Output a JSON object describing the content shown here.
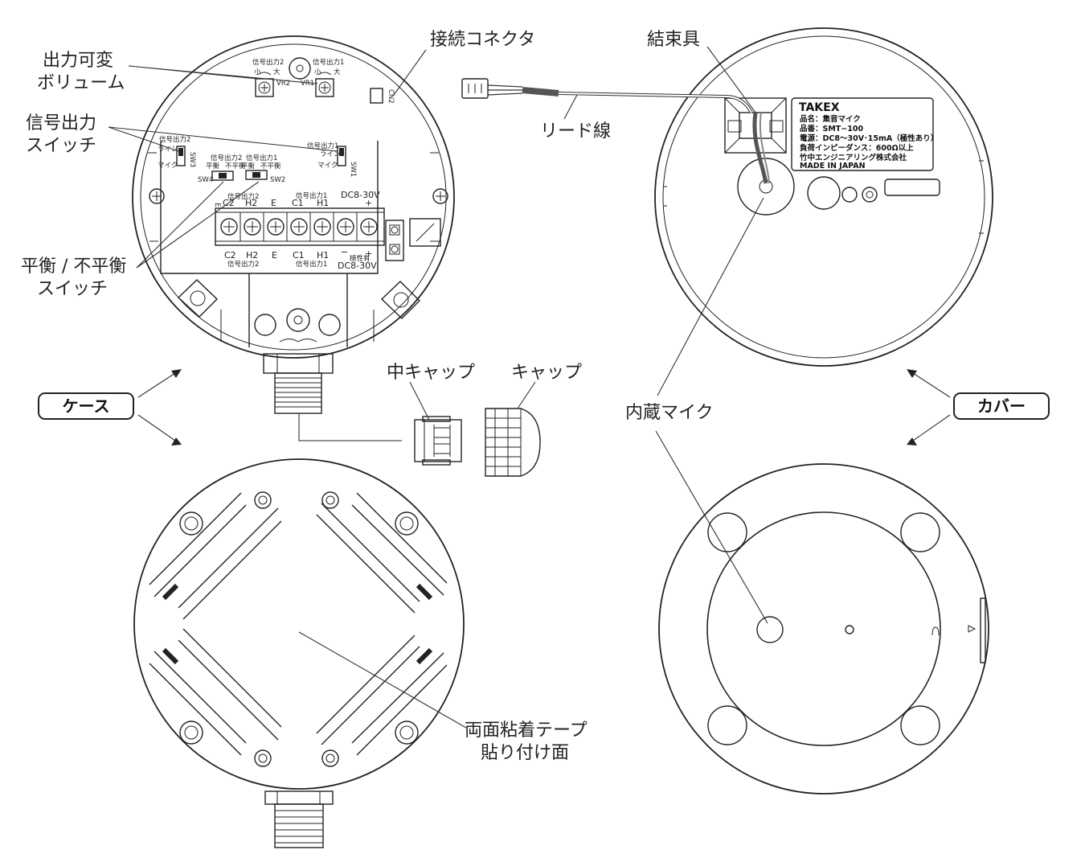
{
  "callouts": {
    "output_volume": [
      "出力可変",
      "ボリューム"
    ],
    "signal_switch": [
      "信号出力",
      "スイッチ"
    ],
    "balance_switch": [
      "平衡 / 不平衡",
      "スイッチ"
    ],
    "connector": "接続コネクタ",
    "lead_wire": "リード線",
    "cable_tie": "結束具",
    "mid_cap": "中キャップ",
    "cap": "キャップ",
    "builtin_mic": "内蔵マイク",
    "tape_surface": [
      "両面粘着テープ",
      "貼り付け面"
    ]
  },
  "tags": {
    "case": "ケース",
    "cover": "カバー"
  },
  "board": {
    "vr2_label": "信号出力2",
    "vr1_label": "信号出力1",
    "small": "小",
    "large": "大",
    "vr2": "VR2",
    "vr1": "VR1",
    "cn": "CN2",
    "sw3_title": "信号出力2",
    "sw3_line": "ライン",
    "sw3_mic": "マイク",
    "sw3_id": "SW3",
    "sw1_title": "信号出力1",
    "sw1_line": "ライン",
    "sw1_mic": "マイク",
    "sw1_id": "SW1",
    "sw4_title": "信号出力2",
    "sw4_bal": "平衡",
    "sw4_unbal": "不平衡",
    "sw4_id": "SW4",
    "sw2_title": "信号出力1",
    "sw2_bal": "平衡",
    "sw2_unbal": "不平衡",
    "sw2_id": "SW2",
    "top_group2": "信号出力2",
    "top_group1": "信号出力1",
    "top_dc": "DC8-30V",
    "top_plus": "+",
    "top_terms": [
      "C2",
      "H2",
      "E",
      "C1",
      "H1"
    ],
    "bot_terms": [
      "C2",
      "H2",
      "E",
      "C1",
      "H1",
      "−",
      "+"
    ],
    "bot_group2": "信号出力2",
    "bot_group1": "信号出力1",
    "bot_polarity": "極性有",
    "bot_dc": "DC8-30V",
    "side_mark": "E"
  },
  "plate": {
    "brand": "TAKEX",
    "line1": "品名：集音マイク",
    "line2": "品番：SMT−100",
    "line3": "電源：DC8〜30V･15mA（極性あり）",
    "line4": "負荷インピーダンス：600Ω以上",
    "line5": "竹中エンジニアリング株式会社",
    "line6": "MADE IN JAPAN"
  }
}
